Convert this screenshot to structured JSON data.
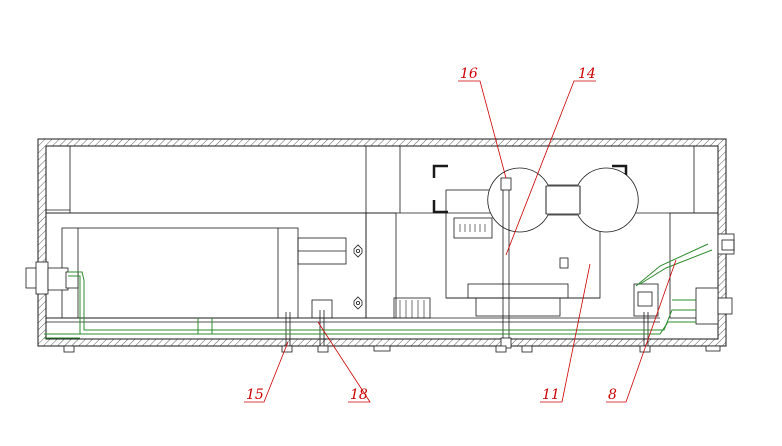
{
  "colors": {
    "line": "#1a1a1a",
    "callout": "#cc0000",
    "wire": "#2e8b2e",
    "background": "#ffffff"
  },
  "callouts": [
    {
      "id": "callout-16",
      "label": "16"
    },
    {
      "id": "callout-14",
      "label": "14"
    },
    {
      "id": "callout-15",
      "label": "15"
    },
    {
      "id": "callout-18",
      "label": "18"
    },
    {
      "id": "callout-11",
      "label": "11"
    },
    {
      "id": "callout-8",
      "label": "8"
    }
  ]
}
